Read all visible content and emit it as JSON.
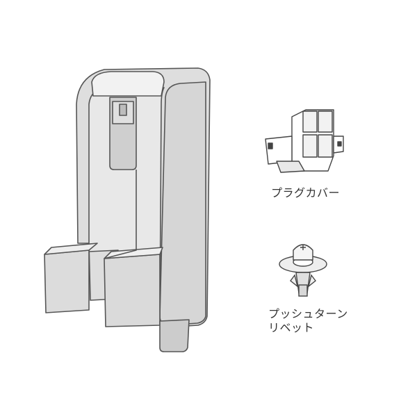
{
  "parts": {
    "plug_cover": {
      "label": "プラグカバー",
      "icon": "plug-cover-icon"
    },
    "push_turn_rivet": {
      "label_line1": "プッシュターン",
      "label_line2": "リベット",
      "icon": "push-turn-rivet-icon"
    },
    "main_holder": {
      "icon": "charging-stand-holder-icon"
    }
  },
  "colors": {
    "part_fill": "#e4e4e4",
    "part_shade": "#cfcfcf",
    "part_dark": "#a8a8a8",
    "outline": "#555555",
    "text": "#333333"
  }
}
